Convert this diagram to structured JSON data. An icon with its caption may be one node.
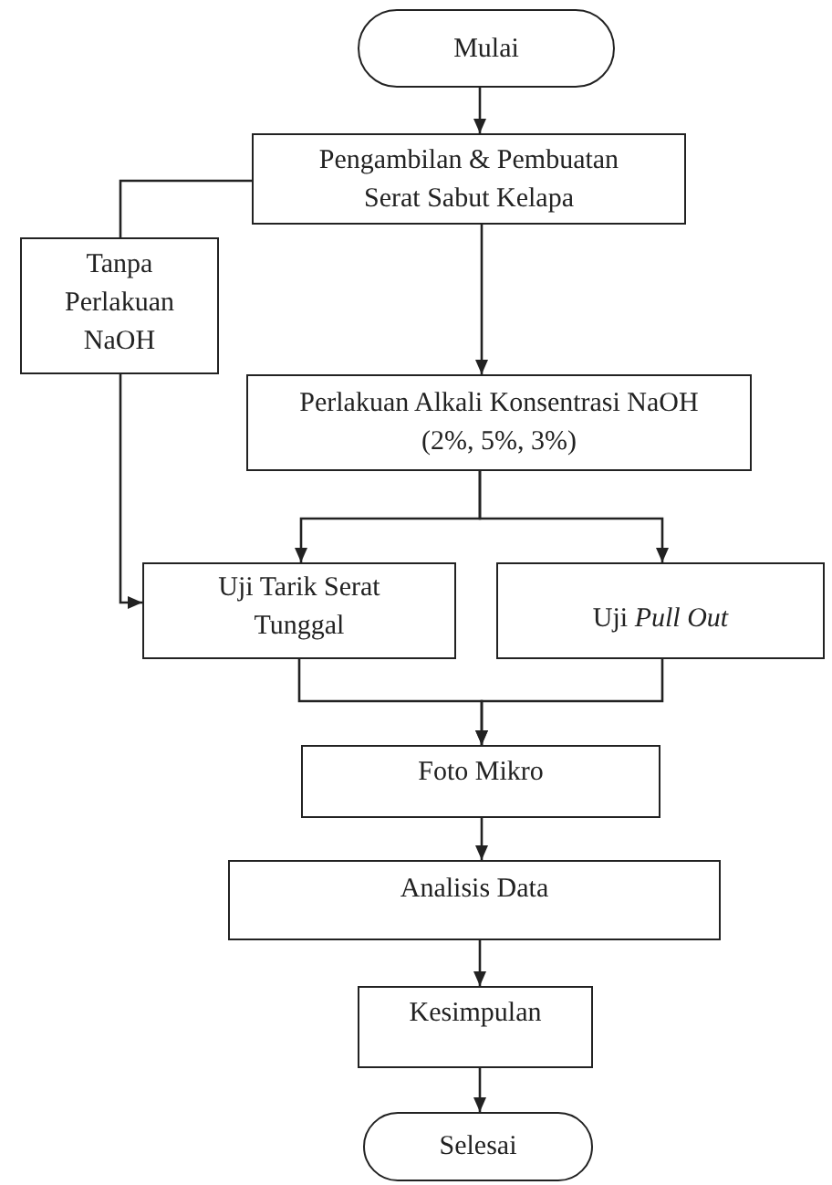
{
  "diagram": {
    "nodes": [
      {
        "text": [
          "Mulai"
        ]
      },
      {
        "text": [
          "Pengambilan & Pembuatan Serat Sabut Kelapa"
        ]
      },
      {
        "text": [
          "Tanpa Perlakuan NaOH"
        ]
      },
      {
        "text": [
          "Perlakuan Alkali Konsentrasi NaOH (2%, 5%, 3%)"
        ]
      },
      {
        "text": [
          "Uji Tarik Serat Tunggal"
        ]
      },
      {
        "text": [
          "Uji *Pull Out*"
        ]
      },
      {
        "text": [
          "Foto Mikro"
        ]
      },
      {
        "text": [
          "Analisis Data"
        ]
      },
      {
        "text": [
          "Kesimpulan"
        ]
      },
      {
        "text": [
          "Selesai"
        ]
      }
    ],
    "edges": [
      {
        "from": 0,
        "to": 1,
        "arrow": "to"
      },
      {
        "from": 1,
        "to": 2,
        "arrow": "none"
      },
      {
        "from": 1,
        "to": 3,
        "arrow": "to"
      },
      {
        "from": 2,
        "to": 4,
        "arrow": "to"
      },
      {
        "from": 3,
        "to": 4,
        "arrow": "to"
      },
      {
        "from": 3,
        "to": 5,
        "arrow": "to"
      },
      {
        "from": 4,
        "to": 6,
        "arrow": "to"
      },
      {
        "from": 5,
        "to": 6,
        "arrow": "to"
      },
      {
        "from": 6,
        "to": 7,
        "arrow": "to"
      },
      {
        "from": 7,
        "to": 8,
        "arrow": "to"
      },
      {
        "from": 8,
        "to": 9,
        "arrow": "to"
      }
    ]
  }
}
